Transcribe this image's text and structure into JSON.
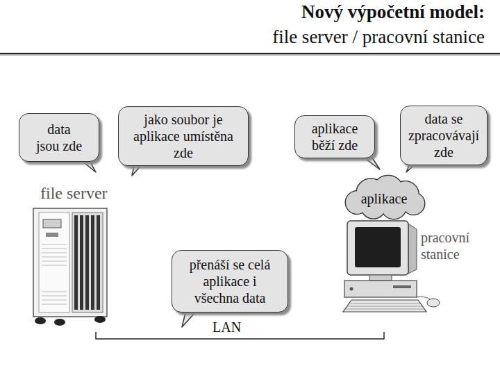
{
  "diagram": {
    "title": "Nový výpočetní model:",
    "nodes": [
      {
        "text": [
          "data jsou zde"
        ]
      },
      {
        "text": [
          "jako soubor je aplikace umístěna zde"
        ]
      },
      {
        "text": [
          "aplikace běží zde"
        ]
      },
      {
        "text": [
          "data se zpracovávají zde"
        ]
      },
      {
        "text": [
          "aplikace"
        ]
      },
      {
        "text": [
          "přenáší se celá aplikace i všechna data"
        ]
      }
    ],
    "labels": [
      "file server / pracovní stanice",
      "file server",
      "pracovní stanice",
      "LAN"
    ]
  }
}
